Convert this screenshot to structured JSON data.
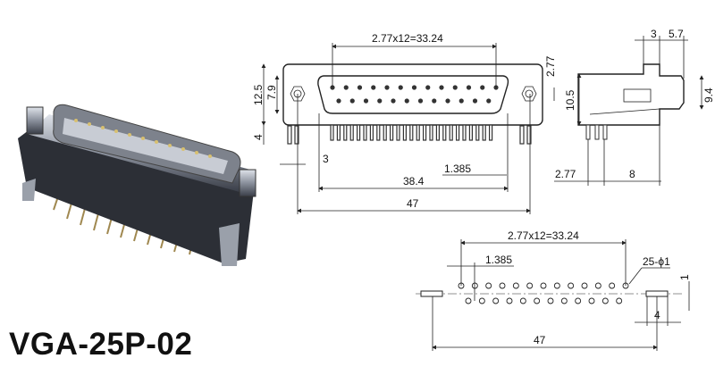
{
  "title": "VGA-25P-02",
  "front_view": {
    "pitch_label": "2.77x12=33.24",
    "height_total": "12.5",
    "height_shell": "7.9",
    "pin_length": "4",
    "row_offset": "2.77",
    "bracket_pin": "3",
    "half_pitch": "1.385",
    "shell_width": "38.4",
    "total_width": "47"
  },
  "side_view": {
    "flange": "3",
    "depth": "5.7",
    "height_body": "10.5",
    "height_shell": "9.4",
    "pin_row_spacing": "2.77",
    "pin_offset": "8"
  },
  "pcb_layout": {
    "pitch_label": "2.77x12=33.24",
    "half_pitch": "1.385",
    "holes": "25-ϕ1",
    "row_spacing": "1",
    "slot_width": "4",
    "total_width": "47"
  },
  "colors": {
    "line": "#222222",
    "metal": "#8a8f99",
    "pins": "#b8a060"
  }
}
